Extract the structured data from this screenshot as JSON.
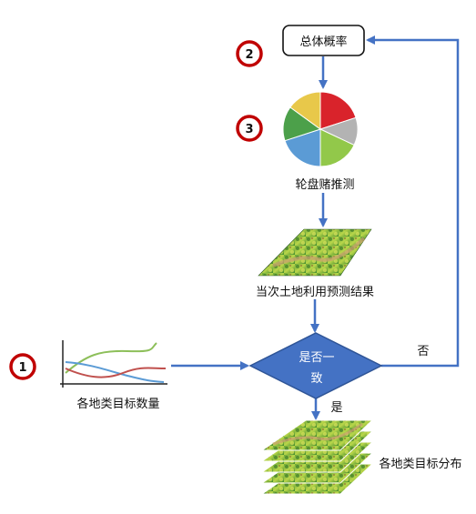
{
  "nodes": {
    "total_prob": "总体概率",
    "roulette": "轮盘赌推测",
    "current_result": "当次土地利用预测结果",
    "decision_line1": "是否一",
    "decision_line2": "致",
    "yes": "是",
    "no": "否",
    "targets_count": "各地类目标数量",
    "targets_dist": "各地类目标分布"
  },
  "markers": [
    "1",
    "2",
    "3"
  ],
  "colors": {
    "arrow": "#4472C4",
    "decision_fill": "#4472C4",
    "marker_ring": "#C00000"
  },
  "pie_slices": [
    {
      "name": "red",
      "color": "#D9232B",
      "value": 0.2
    },
    {
      "name": "gray",
      "color": "#B3B3B3",
      "value": 0.12
    },
    {
      "name": "light-green",
      "color": "#92C84A",
      "value": 0.18
    },
    {
      "name": "blue",
      "color": "#5B9BD5",
      "value": 0.2
    },
    {
      "name": "green",
      "color": "#4CA04A",
      "value": 0.15
    },
    {
      "name": "yellow",
      "color": "#E8C84A",
      "value": 0.15
    }
  ]
}
